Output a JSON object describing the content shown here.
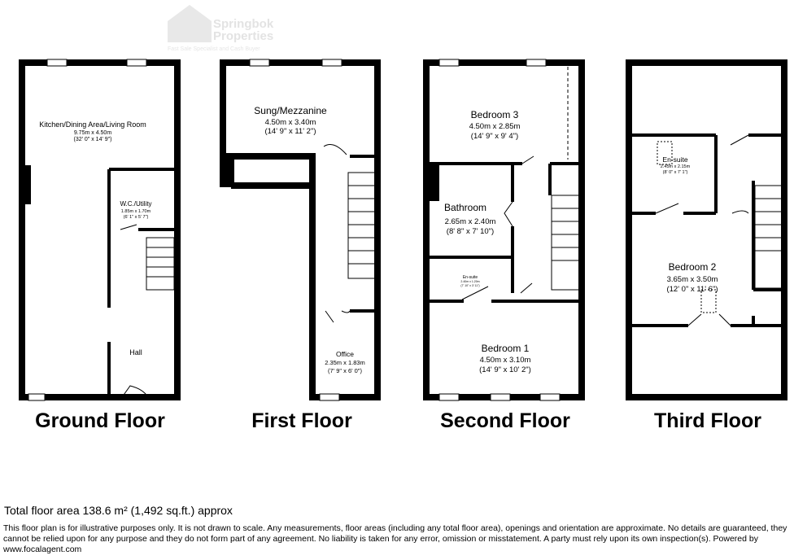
{
  "logo": {
    "name": "Springbok Properties",
    "tagline": "Fast Sale Specialist and Cash Buyer"
  },
  "floors": [
    {
      "title": "Ground Floor",
      "rooms": [
        {
          "name": "Kitchen/Dining Area/Living Room",
          "metric": "9.75m x 4.50m",
          "imperial": "(32' 0\" x 14' 9\")"
        },
        {
          "name": "W.C./Utility",
          "metric": "1.85m x 1.70m",
          "imperial": "(6' 1\" x 5' 7\")"
        },
        {
          "name": "Hall"
        }
      ]
    },
    {
      "title": "First Floor",
      "rooms": [
        {
          "name": "Sung/Mezzanine",
          "metric": "4.50m x 3.40m",
          "imperial": "(14' 9\" x 11' 2\")"
        },
        {
          "name": "Office",
          "metric": "2.35m x 1.83m",
          "imperial": "(7' 9\" x 6' 0\")"
        }
      ]
    },
    {
      "title": "Second Floor",
      "rooms": [
        {
          "name": "Bedroom 3",
          "metric": "4.50m x 2.85m",
          "imperial": "(14' 9\" x 9' 4\")"
        },
        {
          "name": "Bathroom",
          "metric": "2.65m x 2.40m",
          "imperial": "(8' 8\" x 7' 10\")"
        },
        {
          "name": "En-suite",
          "metric": "2.40m x 1.20m",
          "imperial": "(7' 10\" x 3' 11\")"
        },
        {
          "name": "Bedroom 1",
          "metric": "4.50m x 3.10m",
          "imperial": "(14' 9\" x 10' 2\")"
        }
      ]
    },
    {
      "title": "Third Floor",
      "rooms": [
        {
          "name": "En-suite",
          "metric": "2.45m x 2.15m",
          "imperial": "(8' 0\" x 7' 1\")"
        },
        {
          "name": "Bedroom 2",
          "metric": "3.65m x 3.50m",
          "imperial": "(12' 0\" x 11' 6\")"
        }
      ]
    }
  ],
  "total_area": "Total floor area 138.6 m² (1,492 sq.ft.) approx",
  "disclaimer": "This floor plan is for illustrative purposes only. It is not drawn to scale. Any measurements, floor areas (including any total floor area), openings and orientation are approximate. No details are guaranteed, they cannot be relied upon for any purpose and they do not form part of any agreement. No liability is taken for any error, omission or misstatement. A party must rely upon its own inspection(s). Powered by www.focalagent.com"
}
